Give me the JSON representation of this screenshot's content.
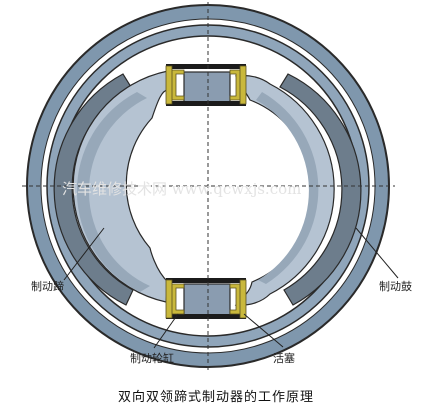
{
  "diagram": {
    "labels": {
      "brake_shoe": "制动蹄",
      "brake_drum": "制动鼓",
      "wheel_cylinder": "制动轮缸",
      "piston": "活塞"
    },
    "caption": "双向双领蹄式制动器的工作原理",
    "watermark": "汽车维修技术网 www.qcwxjs.com",
    "colors": {
      "drum_outer": "#7f97ad",
      "drum_inner_ring": "#8fa5ba",
      "shoe_light": "#b5c3d2",
      "shoe_dark": "#6d7d8c",
      "lining": "#8c9aa8",
      "cylinder_body": "#8a9cb0",
      "cylinder_caps": "#1b1b1b",
      "piston_yellow": "#c9b83c",
      "outline": "#2a2a2a"
    }
  }
}
